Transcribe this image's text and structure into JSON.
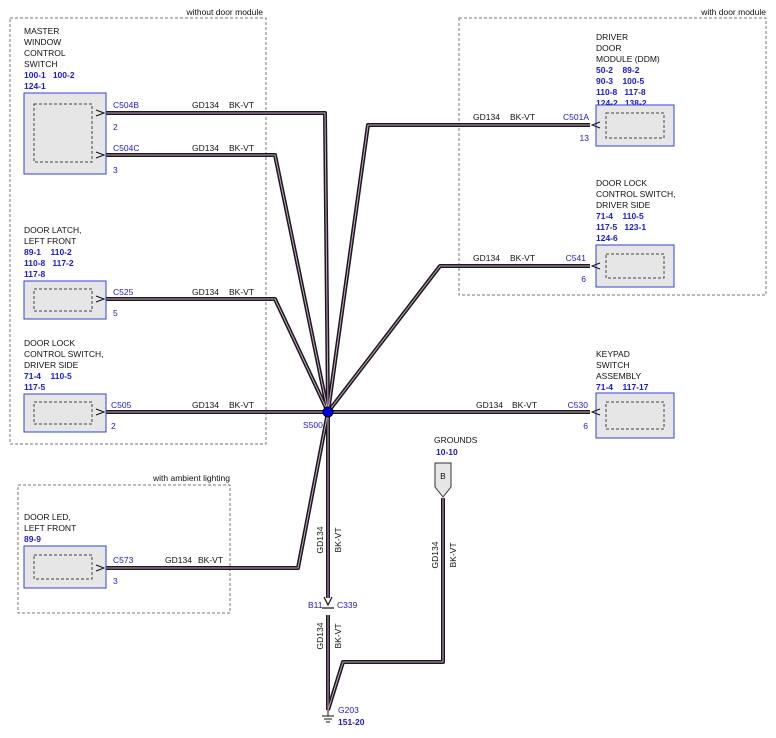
{
  "colors": {
    "wire_outer": "#1a1a1a",
    "wire_inner": "#c8a0c8",
    "component_fill": "#e6e6e6",
    "component_border": "#3344cc",
    "reference_blue": "#1a1acc",
    "splice_blue": "#0000ee",
    "region_border": "#777777"
  },
  "regions": {
    "without_door_module": "without door module",
    "with_door_module": "with door module",
    "with_ambient_lighting": "with ambient lighting"
  },
  "components": {
    "master_window": {
      "name_lines": [
        "MASTER",
        "WINDOW",
        "CONTROL",
        "SWITCH"
      ],
      "refs": [
        "100-1   100-2",
        "124-1"
      ]
    },
    "door_latch": {
      "name_lines": [
        "DOOR LATCH,",
        "LEFT FRONT"
      ],
      "refs": [
        "89-1    110-2",
        "110-8   117-2",
        "117-8"
      ]
    },
    "door_lock_switch_left": {
      "name_lines": [
        "DOOR LOCK",
        "CONTROL SWITCH,",
        "DRIVER SIDE"
      ],
      "refs": [
        "71-4    110-5",
        "117-5"
      ]
    },
    "door_led": {
      "name_lines": [
        "DOOR LED,",
        "LEFT FRONT"
      ],
      "refs": [
        "89-9"
      ]
    },
    "ddm": {
      "name_lines": [
        "DRIVER",
        "DOOR",
        "MODULE (DDM)"
      ],
      "refs": [
        "50-2    89-2",
        "90-3    100-5",
        "110-8   117-8",
        "124-2   138-2"
      ]
    },
    "door_lock_switch_right": {
      "name_lines": [
        "DOOR LOCK",
        "CONTROL SWITCH,",
        "DRIVER SIDE"
      ],
      "refs": [
        "71-4    110-5",
        "117-5   123-1",
        "124-6"
      ]
    },
    "keypad": {
      "name_lines": [
        "KEYPAD",
        "SWITCH",
        "ASSEMBLY"
      ],
      "refs": [
        "71-4    117-17"
      ]
    },
    "grounds": {
      "name": "GROUNDS",
      "ref": "10-10",
      "tag": "B"
    }
  },
  "connectors": {
    "c504b": {
      "id": "C504B",
      "pin": "2"
    },
    "c504c": {
      "id": "C504C",
      "pin": "3"
    },
    "c525": {
      "id": "C525",
      "pin": "5"
    },
    "c505": {
      "id": "C505",
      "pin": "2"
    },
    "c573": {
      "id": "C573",
      "pin": "3"
    },
    "c501a": {
      "id": "C501A",
      "pin": "13"
    },
    "c541": {
      "id": "C541",
      "pin": "6"
    },
    "c530": {
      "id": "C530",
      "pin": "6"
    },
    "c339": {
      "id": "C339",
      "pin": "B11"
    }
  },
  "wire": {
    "circuit": "GD134",
    "color": "BK-VT"
  },
  "splice": {
    "id": "S500"
  },
  "ground": {
    "id": "G203",
    "ref": "151-20"
  }
}
